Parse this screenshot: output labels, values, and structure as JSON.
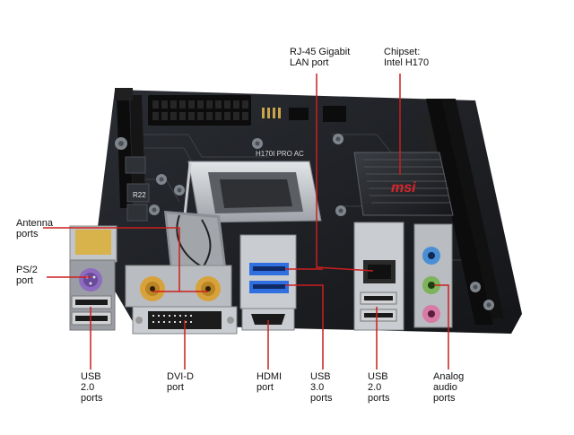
{
  "colors": {
    "callout_line": "#cc1e1e",
    "board": "#1b1d21",
    "slot_black": "#0c0c0c",
    "socket_silver": "#b9bcc1",
    "usb3_blue": "#2f6fe0",
    "gold": "#d8a23a",
    "ps2_purple": "#8e6bbf",
    "audio_blue": "#4a8fd6",
    "audio_green": "#7db35a",
    "audio_pink": "#d87aa6"
  },
  "image": {
    "subject": "motherboard-photo",
    "board_marking": "H170I PRO AC",
    "logo_text": "msi",
    "silk_label": "R22"
  },
  "callouts": [
    {
      "id": "rj45",
      "lines": [
        "RJ-45 Gigabit",
        "LAN port"
      ]
    },
    {
      "id": "chipset",
      "lines": [
        "Chipset:",
        "Intel H170"
      ]
    },
    {
      "id": "antenna",
      "lines": [
        "Antenna",
        "ports"
      ]
    },
    {
      "id": "ps2",
      "lines": [
        "PS/2",
        "port"
      ]
    },
    {
      "id": "usb2-left",
      "lines": [
        "USB",
        "2.0",
        "ports"
      ]
    },
    {
      "id": "dvid",
      "lines": [
        "DVI-D",
        "port"
      ]
    },
    {
      "id": "hdmi",
      "lines": [
        "HDMI",
        "port"
      ]
    },
    {
      "id": "usb3",
      "lines": [
        "USB",
        "3.0",
        "ports"
      ]
    },
    {
      "id": "usb2-right",
      "lines": [
        "USB",
        "2.0",
        "ports"
      ]
    },
    {
      "id": "audio",
      "lines": [
        "Analog",
        "audio",
        "ports"
      ]
    }
  ]
}
